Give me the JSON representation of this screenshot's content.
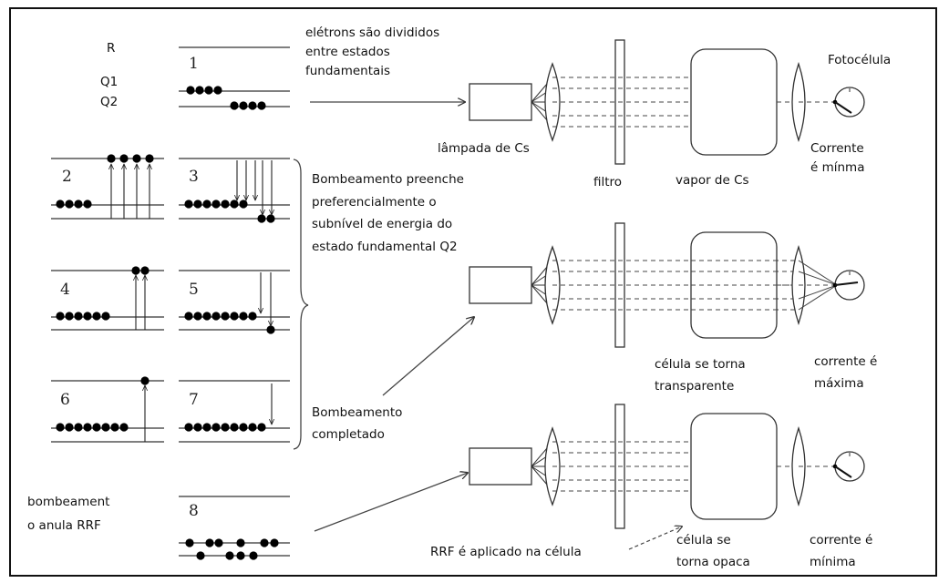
{
  "levels": {
    "r": "R",
    "q1": "Q1",
    "q2": "Q2"
  },
  "stages": [
    "1",
    "2",
    "3",
    "4",
    "5",
    "6",
    "7",
    "8"
  ],
  "annotations": {
    "electrons_divided": [
      "elétrons são divididos",
      "entre estados",
      "fundamentais"
    ],
    "pumping_fills": [
      "Bombeamento preenche",
      "preferencialmente o",
      "subnível de energia do",
      "estado fundamental Q2"
    ],
    "pumping_completed": [
      "Bombeamento",
      "completado"
    ],
    "pumping_cancels": [
      "bombeament",
      "o anula RRF"
    ]
  },
  "apparatus": {
    "photocell": "Fotocélula",
    "lamp": "lâmpada de Cs",
    "filter": "filtro",
    "vapor": "vapor de Cs",
    "current_min_1": [
      "Corrente",
      "é mínma"
    ],
    "cell_transparent": [
      "célula se torna",
      "transparente"
    ],
    "current_max": [
      "corrente é",
      "máxima"
    ],
    "rrf_applied": "RRF é aplicado na célula",
    "cell_opaque": [
      "célula se",
      "torna opaca"
    ],
    "current_min_2": [
      "corrente é",
      "mínima"
    ]
  }
}
